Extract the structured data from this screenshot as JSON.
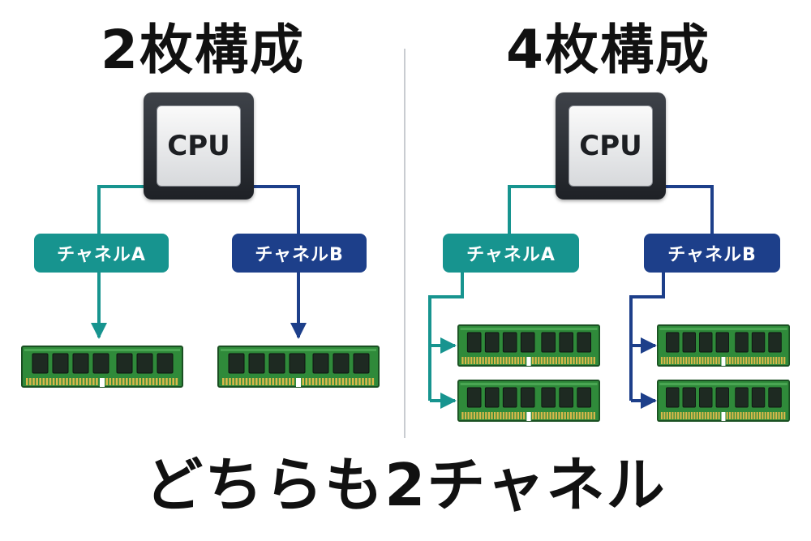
{
  "titles": {
    "left": "2枚構成",
    "right": "4枚構成"
  },
  "cpu_label": "CPU",
  "channels": {
    "a": "チャネルA",
    "b": "チャネルB"
  },
  "bottom_text": "どちらも2チャネル",
  "colors": {
    "channel_a": "#17948f",
    "channel_b": "#1d3f8a",
    "ram_pcb": "#2f8a3a",
    "ram_chip": "#1e2a22",
    "ram_contacts": "#d8b84a"
  }
}
